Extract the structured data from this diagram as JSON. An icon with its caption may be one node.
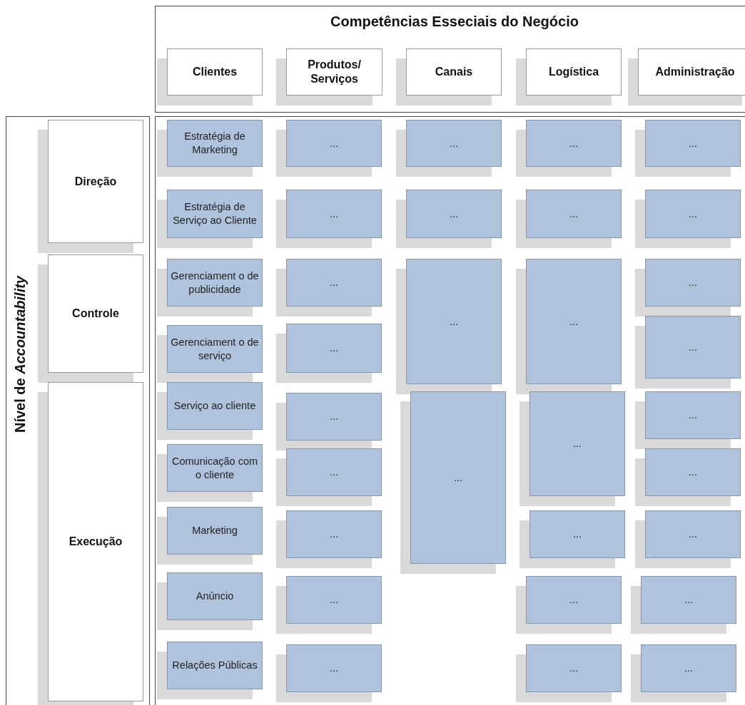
{
  "diagram": {
    "nodes": [
      {
        "text": [
          "Competências Esseciais do Negócio"
        ]
      },
      {
        "text": [
          "Clientes"
        ],
        "in": 0
      },
      {
        "text": [
          "Produtos/ Serviços"
        ],
        "in": 0
      },
      {
        "text": [
          "Canais"
        ],
        "in": 0
      },
      {
        "text": [
          "Logística"
        ],
        "in": 0
      },
      {
        "text": [
          "Administração"
        ],
        "in": 0
      },
      {
        "text": [
          "Nível de *Accountability*"
        ]
      },
      {
        "text": [
          "Direção"
        ],
        "in": 6
      },
      {
        "text": [
          "Controle"
        ],
        "in": 6
      },
      {
        "text": [
          "Execução"
        ],
        "in": 6
      },
      {
        "text": [],
        "shape": "box"
      },
      {
        "text": [
          "Estratégia de Marketing"
        ],
        "in": 10
      },
      {
        "text": [
          "..."
        ],
        "in": 10
      },
      {
        "text": [
          "..."
        ],
        "in": 10
      },
      {
        "text": [
          "..."
        ],
        "in": 10
      },
      {
        "text": [
          "..."
        ],
        "in": 10
      },
      {
        "text": [
          "Estratégia de Serviço ao Cliente"
        ],
        "in": 10
      },
      {
        "text": [
          "..."
        ],
        "in": 10
      },
      {
        "text": [
          "..."
        ],
        "in": 10
      },
      {
        "text": [
          "..."
        ],
        "in": 10
      },
      {
        "text": [
          "..."
        ],
        "in": 10
      },
      {
        "text": [
          "Gerenciament o de publicidade"
        ],
        "in": 10
      },
      {
        "text": [
          "..."
        ],
        "in": 10
      },
      {
        "text": [
          "..."
        ],
        "in": 10
      },
      {
        "text": [
          "..."
        ],
        "in": 10
      },
      {
        "text": [
          "..."
        ],
        "in": 10
      },
      {
        "text": [
          "Gerenciament o de serviço"
        ],
        "in": 10
      },
      {
        "text": [
          "..."
        ],
        "in": 10
      },
      {
        "text": [
          "..."
        ],
        "in": 10
      },
      {
        "text": [
          "Serviço ao cliente"
        ],
        "in": 10
      },
      {
        "text": [
          "..."
        ],
        "in": 10
      },
      {
        "text": [
          "..."
        ],
        "in": 10
      },
      {
        "text": [
          "..."
        ],
        "in": 10
      },
      {
        "text": [
          "..."
        ],
        "in": 10
      },
      {
        "text": [
          "Comunicação com o cliente"
        ],
        "in": 10
      },
      {
        "text": [
          "..."
        ],
        "in": 10
      },
      {
        "text": [
          "..."
        ],
        "in": 10
      },
      {
        "text": [
          "Marketing"
        ],
        "in": 10
      },
      {
        "text": [
          "..."
        ],
        "in": 10
      },
      {
        "text": [
          "..."
        ],
        "in": 10
      },
      {
        "text": [
          "..."
        ],
        "in": 10
      },
      {
        "text": [
          "Anúncio"
        ],
        "in": 10
      },
      {
        "text": [
          "..."
        ],
        "in": 10
      },
      {
        "text": [
          "..."
        ],
        "in": 10
      },
      {
        "text": [
          "..."
        ],
        "in": 10
      },
      {
        "text": [
          "Relações Públicas"
        ],
        "in": 10
      },
      {
        "text": [
          "..."
        ],
        "in": 10
      },
      {
        "text": [
          "..."
        ],
        "in": 10
      },
      {
        "text": [
          "..."
        ],
        "in": 10
      }
    ]
  }
}
